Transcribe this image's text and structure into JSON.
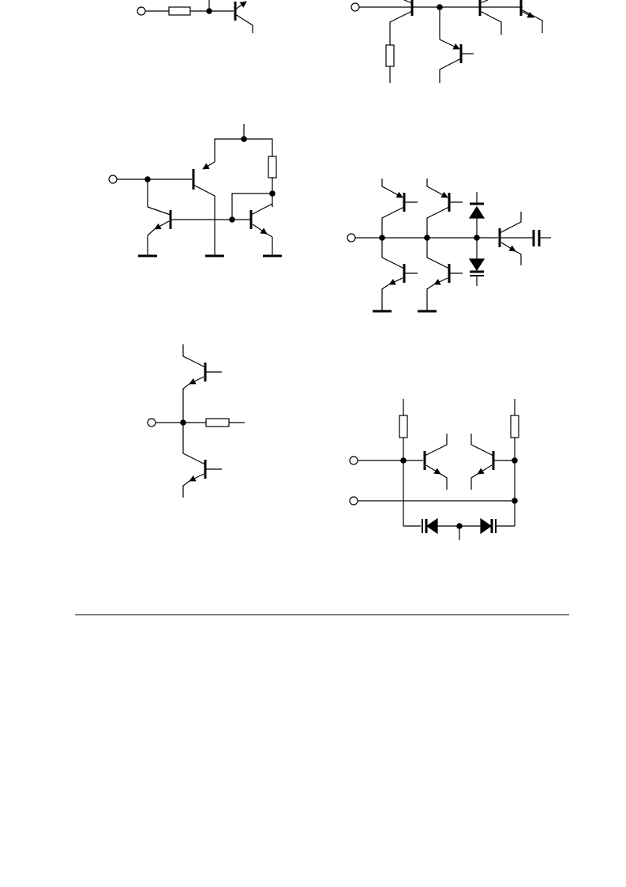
{
  "page": {
    "background_color": "#ffffff",
    "ink_color": "#000000"
  },
  "diagram": {
    "kind": "transistor-circuit-schematics",
    "circuits": [
      {
        "id": "c1",
        "components": [
          "input-terminal",
          "resistor",
          "node",
          "npn-transistor"
        ]
      },
      {
        "id": "c2",
        "components": [
          "input-terminal",
          "resistor",
          "node",
          "transistor",
          "transistor",
          "transistor",
          "transistor"
        ]
      },
      {
        "id": "c3",
        "components": [
          "input-terminal",
          "node",
          "pnp-transistor",
          "npn-transistor",
          "npn-transistor",
          "resistor",
          "ground",
          "ground",
          "ground"
        ]
      },
      {
        "id": "c4",
        "components": [
          "input-terminal",
          "node",
          "npn-transistor",
          "npn-transistor",
          "pnp-transistor",
          "pnp-transistor",
          "diode",
          "diode",
          "npn-transistor",
          "capacitor",
          "ground",
          "ground"
        ]
      },
      {
        "id": "c5",
        "components": [
          "input-terminal",
          "node",
          "npn-transistor",
          "pnp-transistor",
          "resistor"
        ]
      },
      {
        "id": "c6",
        "components": [
          "input-terminal",
          "input-terminal",
          "resistor",
          "resistor",
          "npn-transistor",
          "npn-transistor",
          "diode",
          "diode",
          "capacitor",
          "capacitor",
          "node"
        ]
      }
    ]
  },
  "footer": {
    "rule": true
  }
}
